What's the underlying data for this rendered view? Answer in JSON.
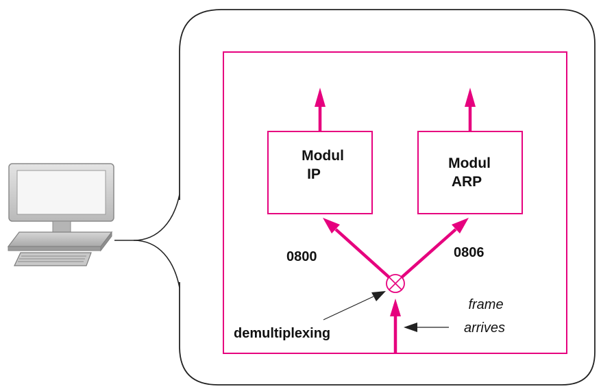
{
  "modules": {
    "ip": {
      "line1": "Modul",
      "line2": "IP"
    },
    "arp": {
      "line1": "Modul",
      "line2": "ARP"
    }
  },
  "labels": {
    "ip_type": "0800",
    "arp_type": "0806",
    "demux": "demultiplexing",
    "frame_line1": "frame",
    "frame_line2": "arrives"
  },
  "colors": {
    "accent": "#e6007e",
    "outline": "#222222",
    "text": "#111111"
  },
  "icons": {
    "computer": "desktop-computer-icon",
    "demux": "circled-x-icon"
  }
}
